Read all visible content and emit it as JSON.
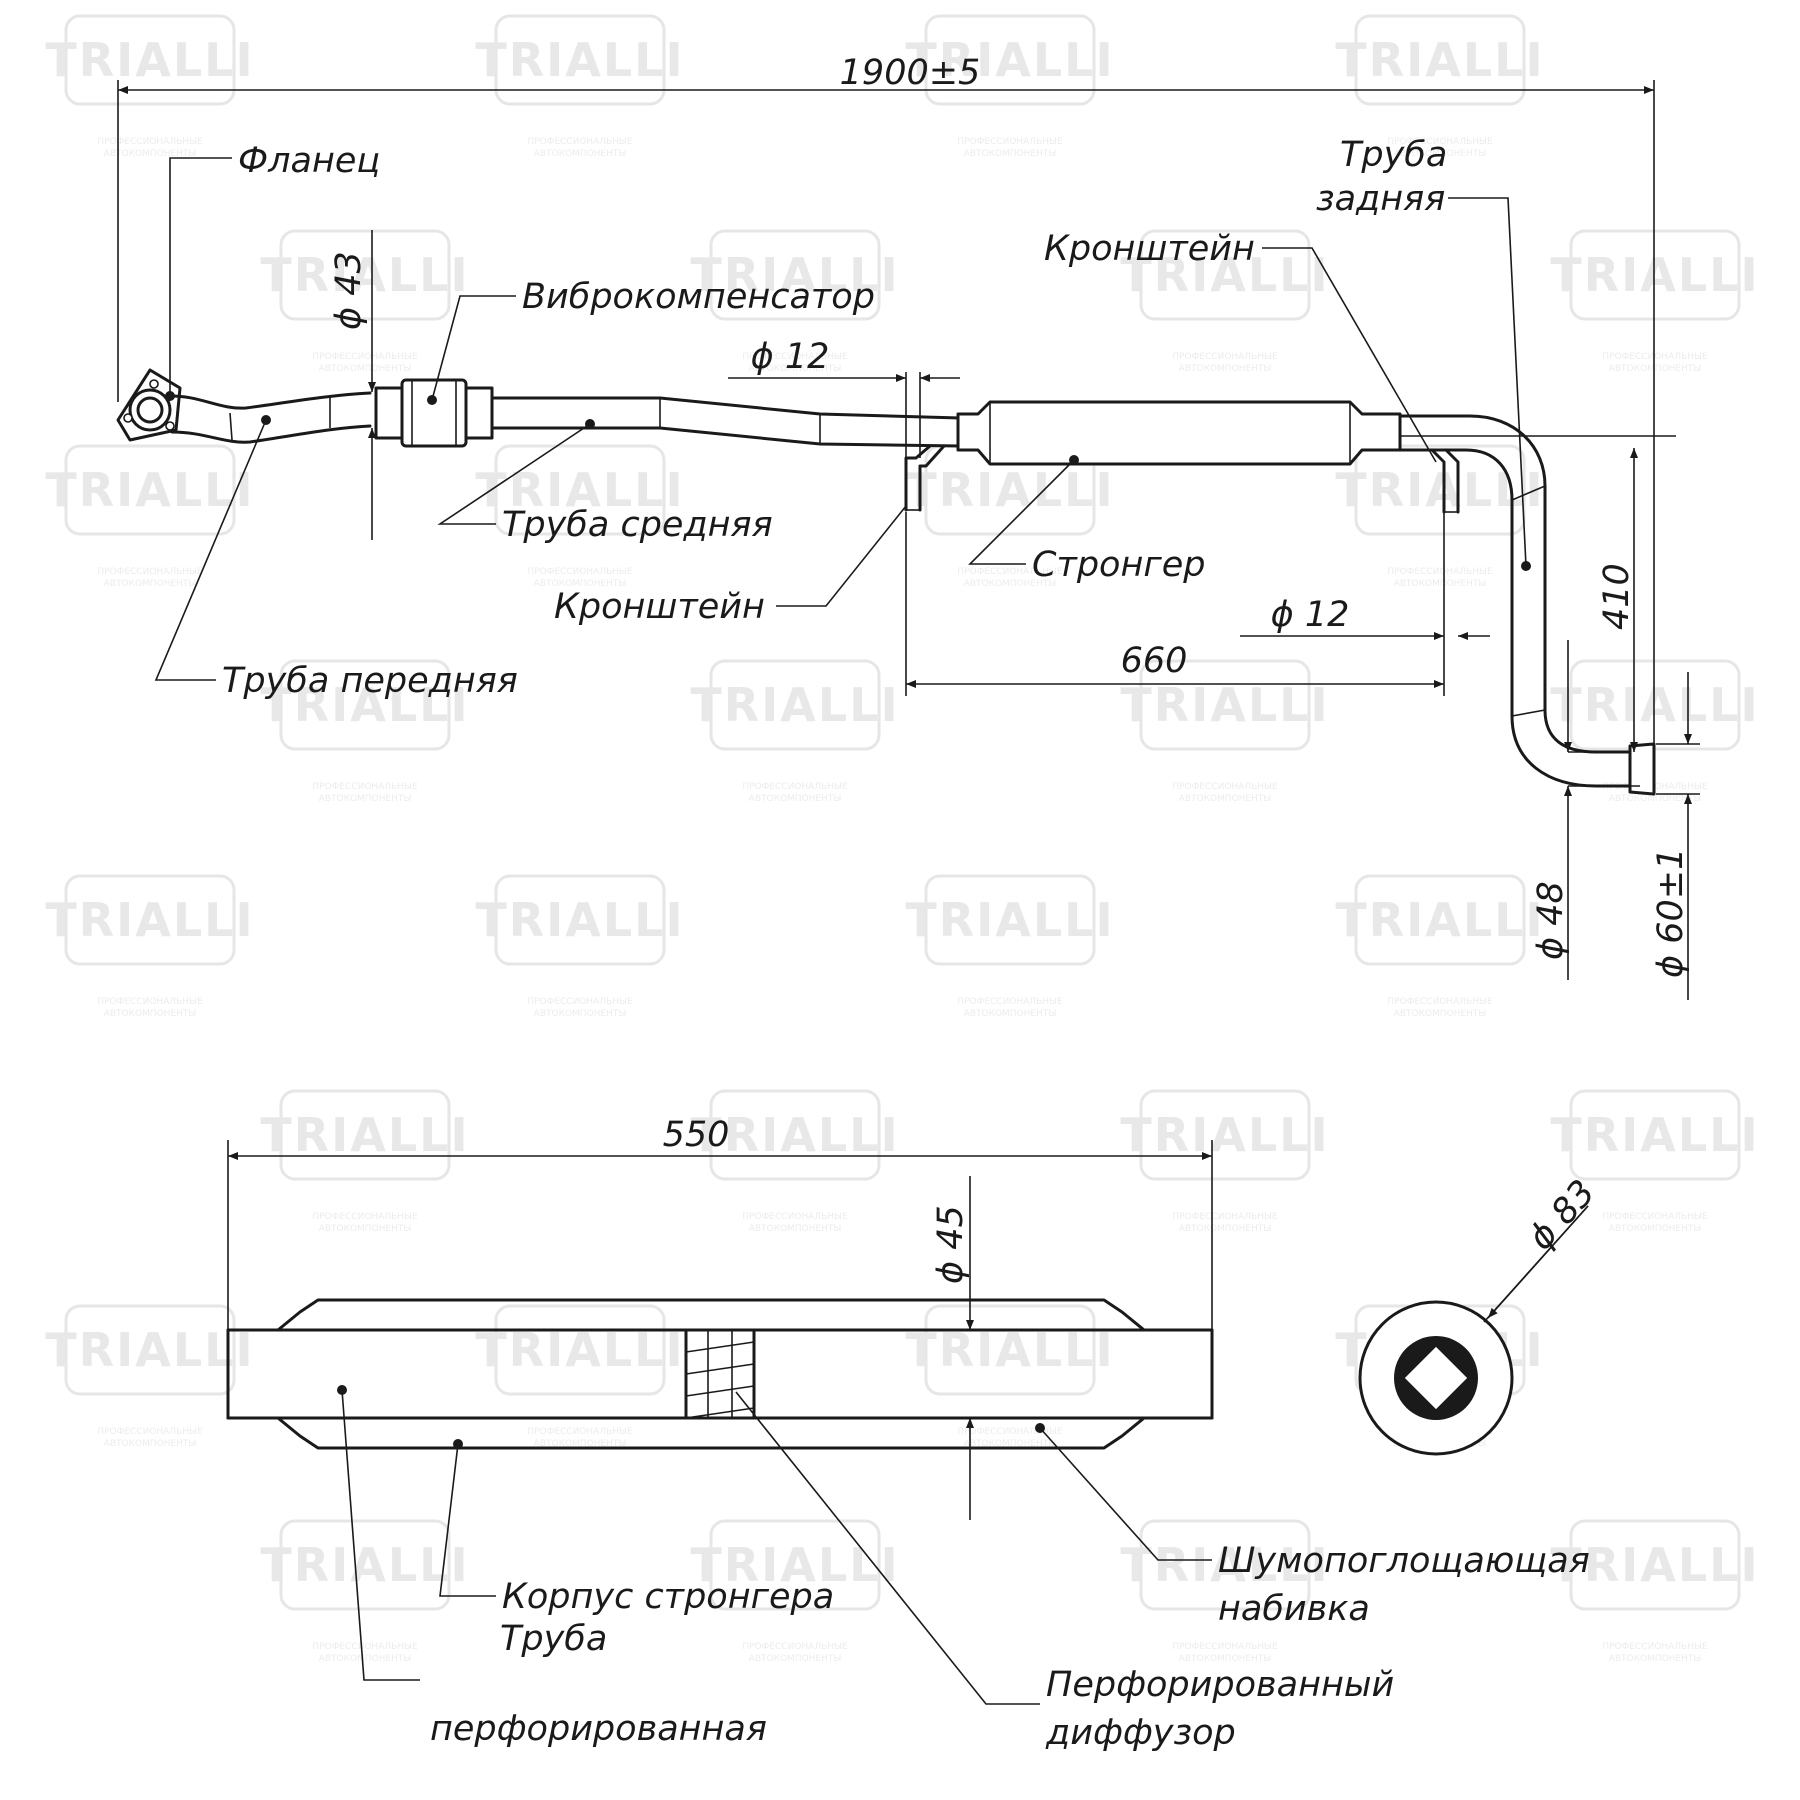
{
  "watermark": {
    "brand": "TRIALLI",
    "tagline_1": "ПРОФЕССИОНАЛЬНЫЕ",
    "tagline_2": "АВТОКОМПОНЕНТЫ"
  },
  "assembly": {
    "labels": {
      "flange": "Фланец",
      "rear_pipe_1": "Труба",
      "rear_pipe_2": "задняя",
      "bracket_top": "Кронштейн",
      "vibro": "Виброкомпенсатор",
      "middle_pipe": "Труба средняя",
      "bracket_bottom": "Кронштейн",
      "stronger": "Стронгер",
      "front_pipe": "Труба передняя"
    },
    "dimensions": {
      "overall_length": "1900±5",
      "inlet_diameter": "ϕ 43",
      "bracket_diameter_left": "ϕ 12",
      "bracket_diameter_right": "ϕ 12",
      "bracket_spacing": "660",
      "drop_height": "410",
      "outlet_inner_diameter": "ϕ 48",
      "outlet_outer_diameter": "ϕ 60±1"
    }
  },
  "section": {
    "labels": {
      "body": "Корпус стронгера",
      "perforated_pipe_1": "Труба",
      "perforated_pipe_2": "перфорированная",
      "packing_1": "Шумопоглощающая",
      "packing_2": "набивка",
      "diffuser_1": "Перфорированный",
      "diffuser_2": "диффузор"
    },
    "dimensions": {
      "length": "550",
      "pipe_diameter": "ϕ 45",
      "body_diameter": "ϕ 83"
    }
  }
}
